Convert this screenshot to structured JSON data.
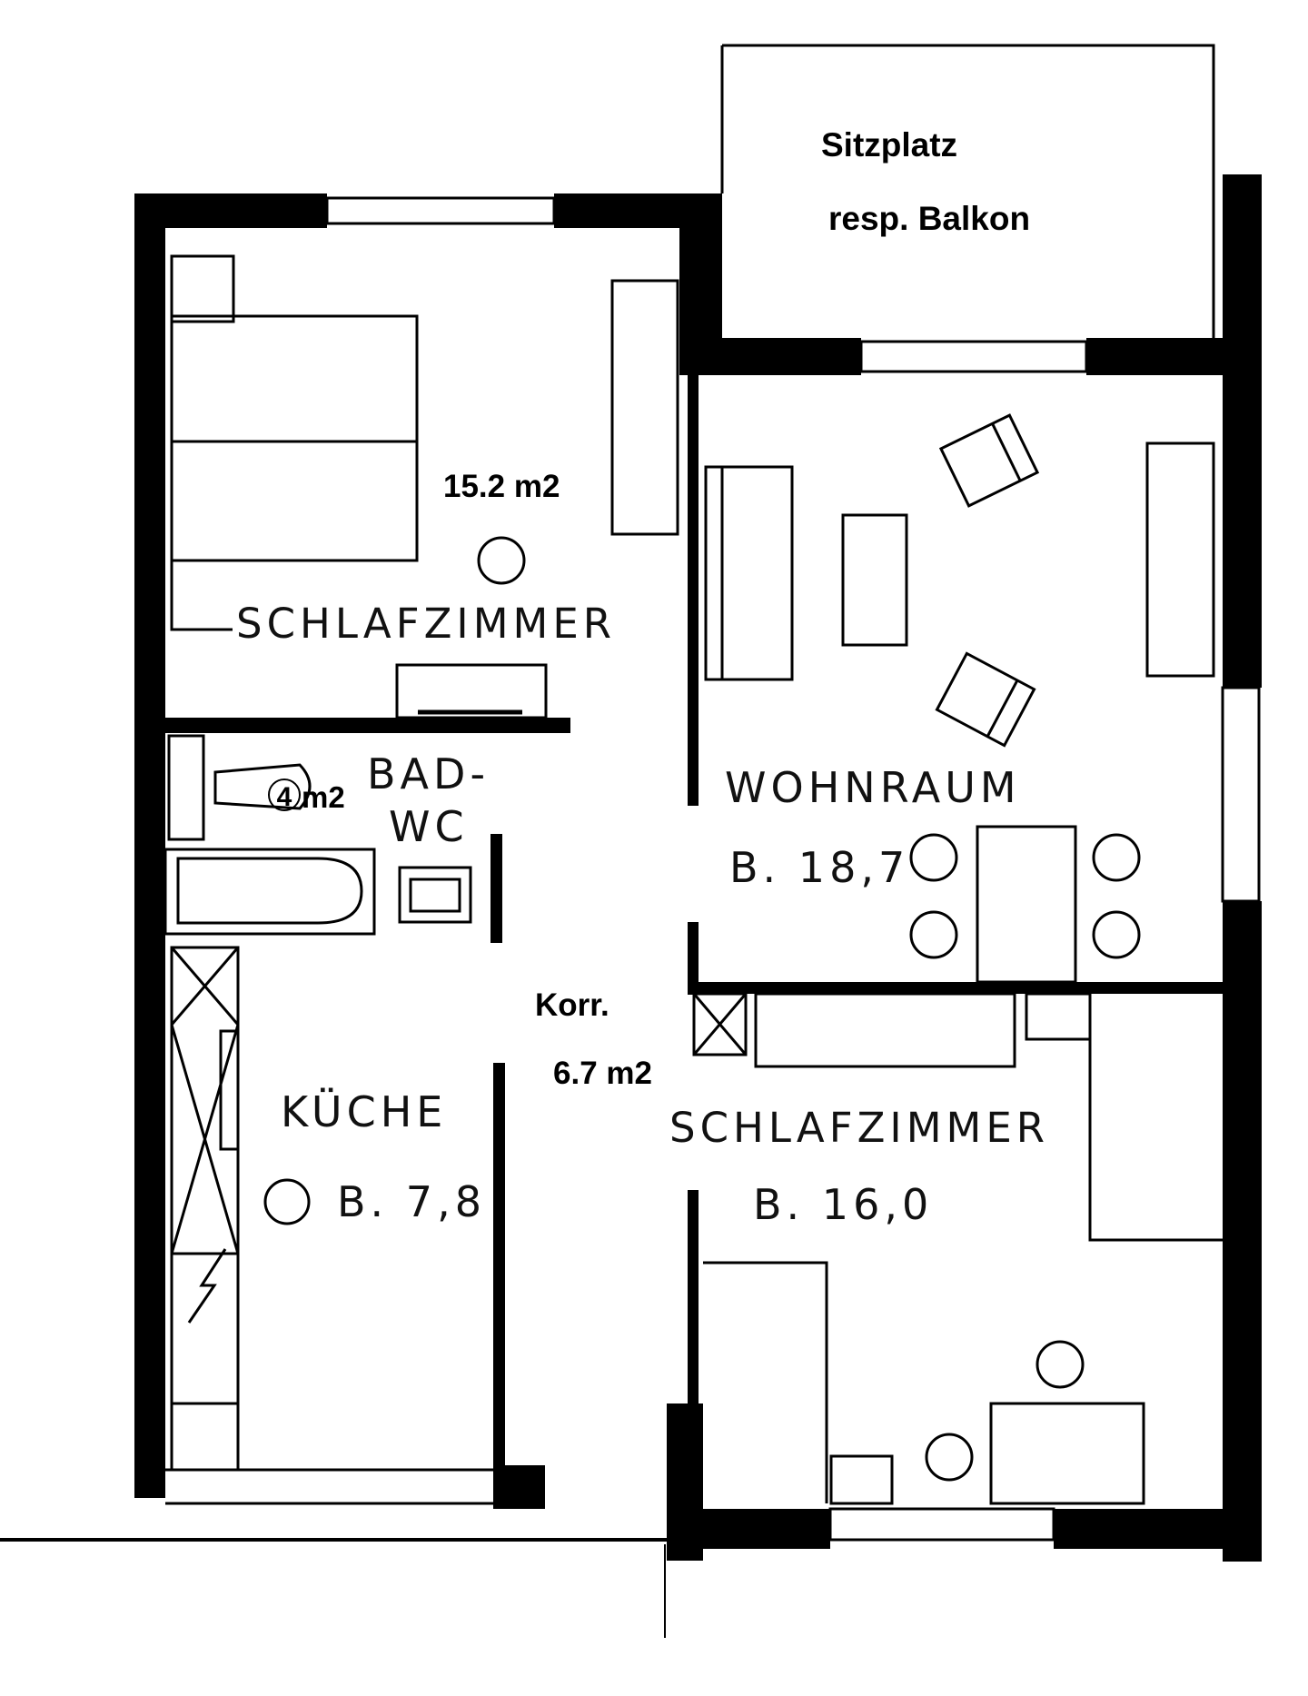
{
  "rooms": {
    "balcony": {
      "line1": "Sitzplatz",
      "line2": "resp. Balkon"
    },
    "bedroom_top": {
      "area": "15.2 m2",
      "name": "SCHLAFZIMMER"
    },
    "bath": {
      "area_number": "4",
      "area_unit": "m2",
      "name_line1": "BAD-",
      "name_line2": "WC"
    },
    "living": {
      "name": "WOHNRAUM",
      "area": "B. 18,7"
    },
    "corridor": {
      "name": "Korr.",
      "area": "6.7 m2"
    },
    "kitchen": {
      "name": "KÜCHE",
      "area": "B. 7,8"
    },
    "bedroom_bottom": {
      "name": "SCHLAFZIMMER",
      "area": "B. 16,0"
    }
  },
  "colors": {
    "wall": "#000000",
    "paper": "#ffffff"
  }
}
